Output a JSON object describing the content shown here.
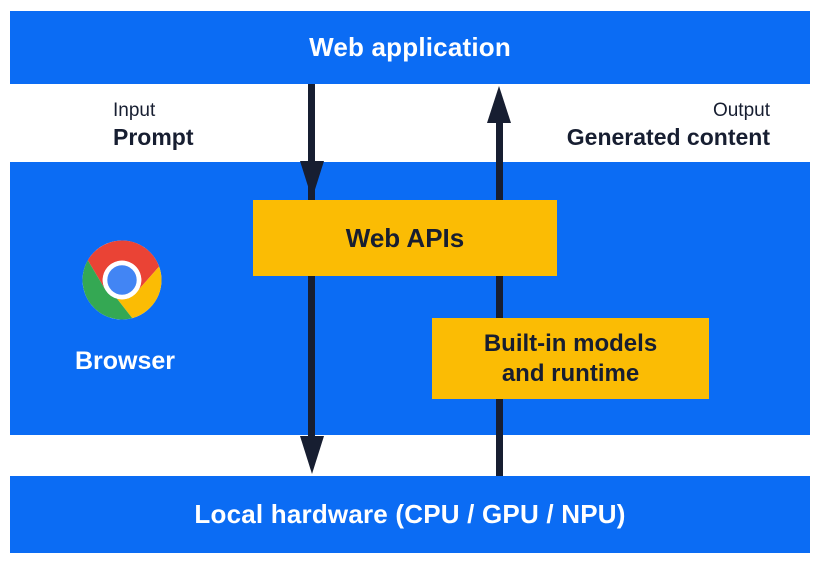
{
  "top_bar": {
    "label": "Web application"
  },
  "io": {
    "input": {
      "caption": "Input",
      "label": "Prompt"
    },
    "output": {
      "caption": "Output",
      "label": "Generated content"
    }
  },
  "browser": {
    "label": "Browser",
    "icon": "chrome-icon"
  },
  "boxes": {
    "web_apis": {
      "label": "Web APIs"
    },
    "builtin": {
      "line1": "Built-in models",
      "line2": "and runtime"
    }
  },
  "bottom_bar": {
    "label": "Local hardware (CPU / GPU / NPU)"
  },
  "arrows": {
    "down": {
      "from": "Web application",
      "through": "Web APIs",
      "to": "Local hardware (CPU / GPU / NPU)"
    },
    "up": {
      "from": "Local hardware (CPU / GPU / NPU)",
      "through": "Built-in models and runtime",
      "to": "Web application"
    }
  },
  "colors": {
    "section_blue": "#0b6cf4",
    "box_yellow": "#fbbc04",
    "ink": "#171e31",
    "text_white": "#ffffff",
    "chrome_red": "#ea4335",
    "chrome_yellow": "#fbbc04",
    "chrome_green": "#34a853",
    "chrome_blue": "#4285f4"
  }
}
